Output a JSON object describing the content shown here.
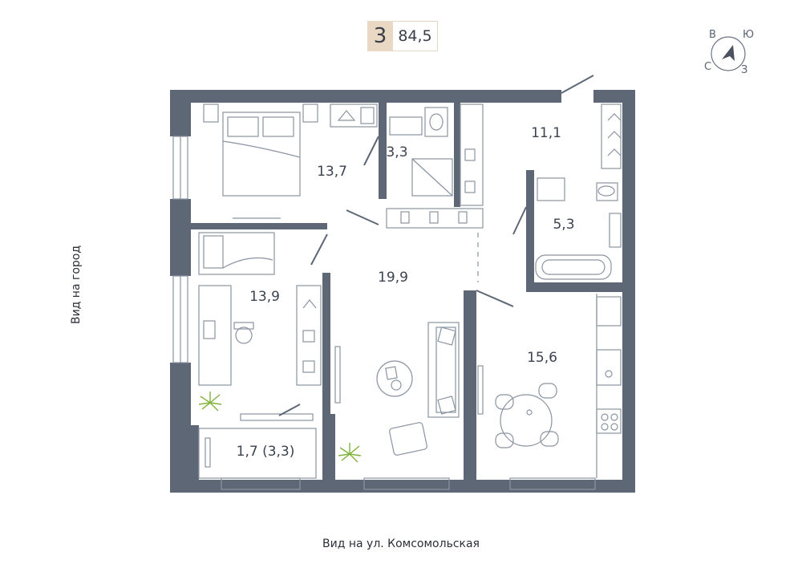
{
  "header": {
    "rooms": "3",
    "total_area": "84,5"
  },
  "compass": {
    "north": "С",
    "east": "В",
    "south": "Ю",
    "west": "З"
  },
  "rooms": {
    "bedroom": "13,7",
    "bathroom_small": "3,3",
    "hall": "11,1",
    "bathroom": "5,3",
    "living": "19,9",
    "study": "13,9",
    "kitchen": "15,6",
    "balcony": "1,7 (3,3)"
  },
  "views": {
    "left": "Вид на город",
    "bottom": "Вид на ул. Комсомольская"
  },
  "colors": {
    "wall": "#5d6776",
    "line": "#8a94a1",
    "badge": "#e9d8c3",
    "plant": "#7fb23a"
  }
}
